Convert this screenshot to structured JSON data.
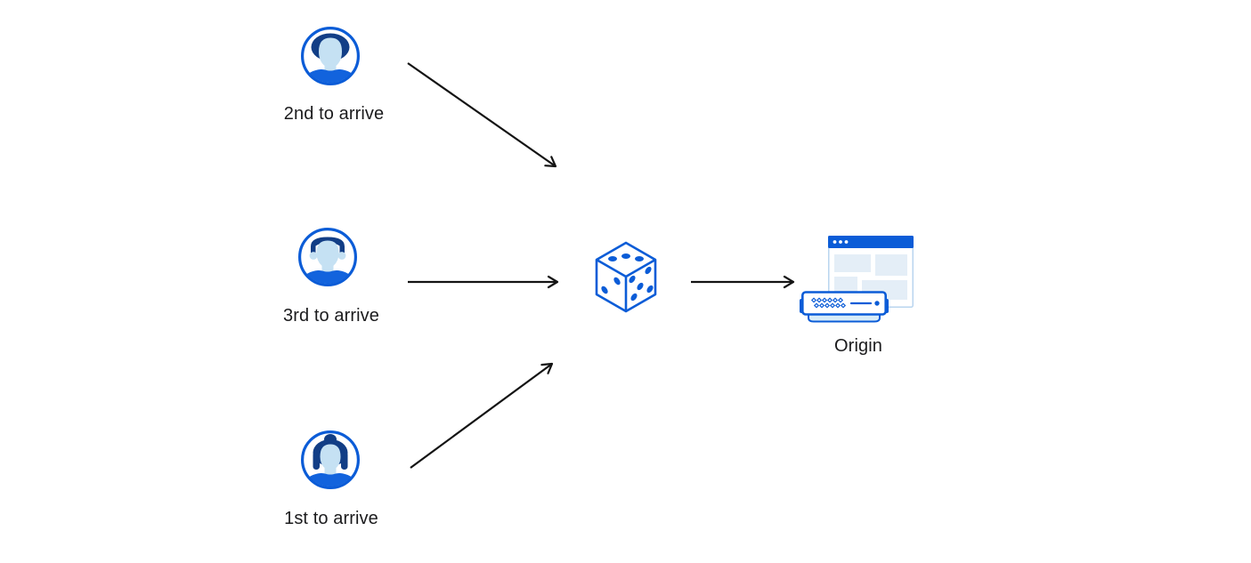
{
  "palette": {
    "primary_blue": "#0b5cd7",
    "shirt_blue": "#1263dd",
    "dark_navy": "#123e86",
    "light_face": "#c5e1f3",
    "panel_blue": "#e4eef7",
    "window_border": "#b9d5ef",
    "server_base": "#d8ecf8",
    "arrow_black": "#141414",
    "text": "#1b1b1d",
    "background": "#ffffff"
  },
  "diagram": {
    "visitors": [
      {
        "id": "visitor-second",
        "label": "2nd to arrive",
        "icon": "avatar-man-icon"
      },
      {
        "id": "visitor-third",
        "label": "3rd to arrive",
        "icon": "avatar-man-flattop-icon"
      },
      {
        "id": "visitor-first",
        "label": "1st to arrive",
        "icon": "avatar-woman-icon"
      }
    ],
    "randomizer": {
      "icon": "dice-icon"
    },
    "origin": {
      "label": "Origin",
      "icon": "origin-server-icon"
    },
    "edges": [
      {
        "from": "visitor-second",
        "to": "randomizer"
      },
      {
        "from": "visitor-third",
        "to": "randomizer"
      },
      {
        "from": "visitor-first",
        "to": "randomizer"
      },
      {
        "from": "randomizer",
        "to": "origin"
      }
    ]
  }
}
